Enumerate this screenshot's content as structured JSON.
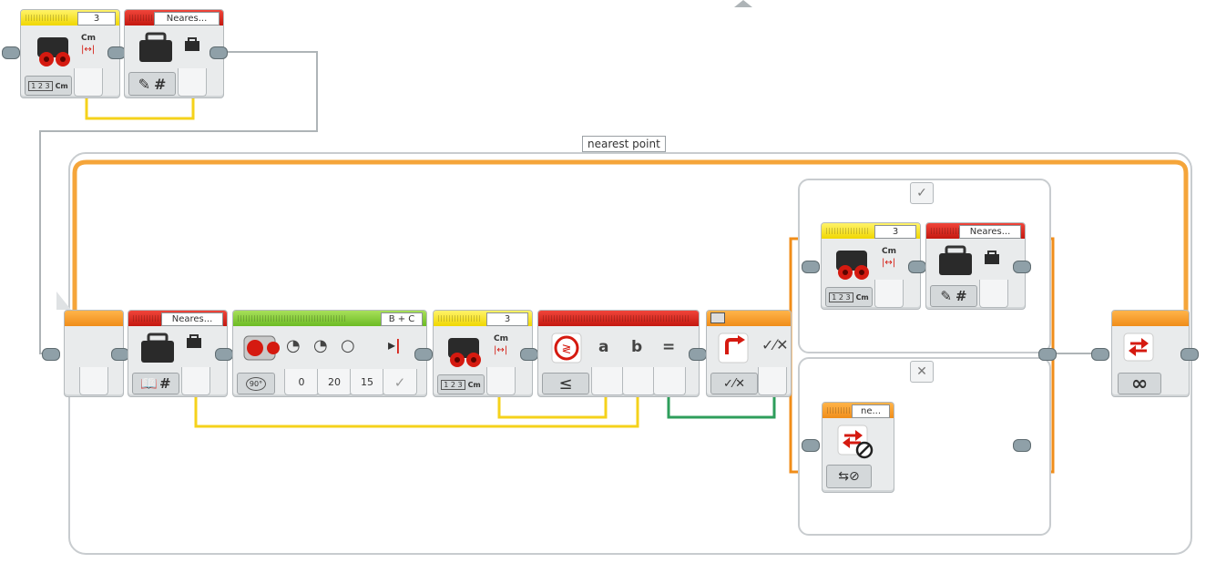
{
  "blocks": {
    "top_sensor": {
      "port": "3",
      "unit_top": "Cm",
      "mode_unit": "Cm",
      "mode_digits": "1 2 3"
    },
    "top_variable": {
      "name": "Neares..."
    },
    "loop": {
      "label": "nearest point"
    },
    "loop_variable": {
      "name": "Neares..."
    },
    "move_tank": {
      "ports": "B + C",
      "mode": "90°",
      "values": [
        "0",
        "20",
        "15"
      ]
    },
    "mid_sensor": {
      "port": "3",
      "unit_top": "Cm",
      "mode_unit": "Cm",
      "mode_digits": "1 2 3"
    },
    "compare": {
      "mode": "≤",
      "inputs": [
        "a",
        "b",
        "="
      ]
    },
    "switch": {
      "case_true": "✓",
      "case_false": "✕"
    },
    "true_sensor": {
      "port": "3",
      "unit_top": "Cm",
      "mode_unit": "Cm",
      "mode_digits": "1 2 3"
    },
    "true_variable": {
      "name": "Neares..."
    },
    "loop_interrupt": {
      "name": "ne..."
    },
    "loop_end": {
      "mode_symbol": "∞"
    }
  },
  "colors": {
    "wire_yellow": "#f5d21b",
    "wire_green": "#2e9e5b",
    "wire_orange": "#f5a53a",
    "wire_grey": "#aeb4b7",
    "sensor_bar": "#f0d700",
    "data_bar": "#c41810",
    "motor_bar": "#6cbb24",
    "flow_bar": "#f08d1a"
  },
  "icons": [
    "ultrasonic-sensor-icon",
    "briefcase-icon",
    "pencil-icon",
    "hash-icon",
    "book-icon",
    "motor-icon",
    "gauge-icon",
    "checkmark-icon",
    "compare-icon",
    "switch-icon",
    "loop-icon",
    "loop-interrupt-icon",
    "infinity-icon",
    "stop-icon"
  ]
}
